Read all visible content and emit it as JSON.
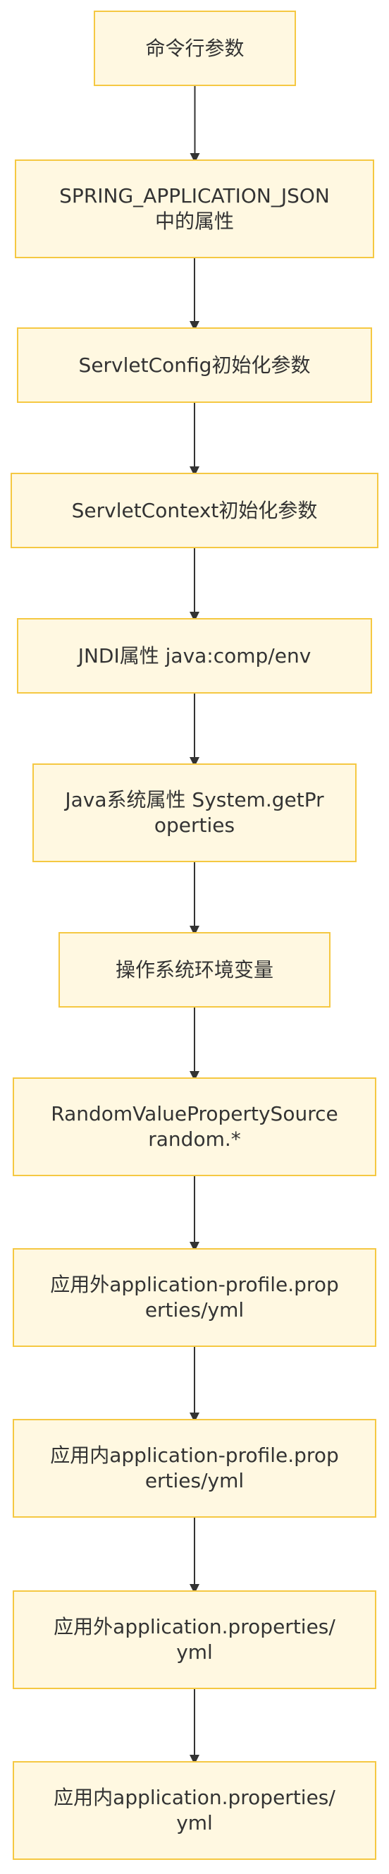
{
  "diagram": {
    "type": "vertical-flowchart",
    "colors": {
      "node_fill": "#fff8e1",
      "node_border": "#f5c842",
      "text": "#333333",
      "connector": "#333333"
    },
    "nodes": [
      {
        "id": "n1",
        "label": "命令行参数"
      },
      {
        "id": "n2",
        "label": "SPRING_APPLICATION_JSON中的属性"
      },
      {
        "id": "n3",
        "label": "ServletConfig初始化参数"
      },
      {
        "id": "n4",
        "label": "ServletContext初始化参数"
      },
      {
        "id": "n5",
        "label": "JNDI属性 java:comp/env"
      },
      {
        "id": "n6",
        "label": "Java系统属性 System.getProperties"
      },
      {
        "id": "n7",
        "label": "操作系统环境变量"
      },
      {
        "id": "n8",
        "label": "RandomValuePropertySource random.*"
      },
      {
        "id": "n9",
        "label": "应用外application-profile.properties/yml"
      },
      {
        "id": "n10",
        "label": "应用内application-profile.properties/yml"
      },
      {
        "id": "n11",
        "label": "应用外application.properties/yml"
      },
      {
        "id": "n12",
        "label": "应用内application.properties/yml"
      }
    ],
    "edges": [
      {
        "from": "n1",
        "to": "n2"
      },
      {
        "from": "n2",
        "to": "n3"
      },
      {
        "from": "n3",
        "to": "n4"
      },
      {
        "from": "n4",
        "to": "n5"
      },
      {
        "from": "n5",
        "to": "n6"
      },
      {
        "from": "n6",
        "to": "n7"
      },
      {
        "from": "n7",
        "to": "n8"
      },
      {
        "from": "n8",
        "to": "n9"
      },
      {
        "from": "n9",
        "to": "n10"
      },
      {
        "from": "n10",
        "to": "n11"
      },
      {
        "from": "n11",
        "to": "n12"
      }
    ]
  }
}
